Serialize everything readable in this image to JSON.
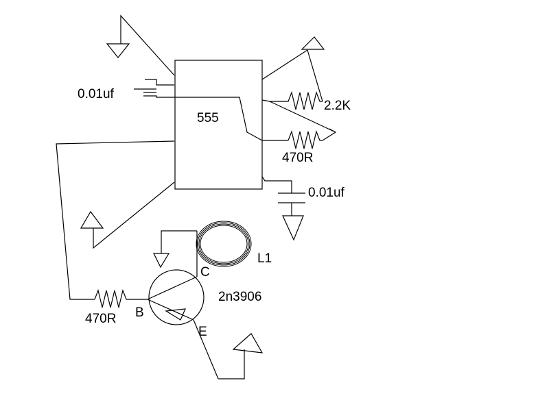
{
  "components": {
    "ic": {
      "label": "555"
    },
    "cap_timing": {
      "label": "0.01uf"
    },
    "cap_control": {
      "label": "0.01uf"
    },
    "res_upper": {
      "label": "2.2K"
    },
    "res_lower": {
      "label": "470R"
    },
    "res_base": {
      "label": "470R"
    },
    "inductor": {
      "label": "L1"
    },
    "transistor": {
      "part": "2n3906",
      "pin_c": "C",
      "pin_b": "B",
      "pin_e": "E"
    }
  },
  "colors": {
    "background": "#ffffff",
    "line": "#000000"
  }
}
